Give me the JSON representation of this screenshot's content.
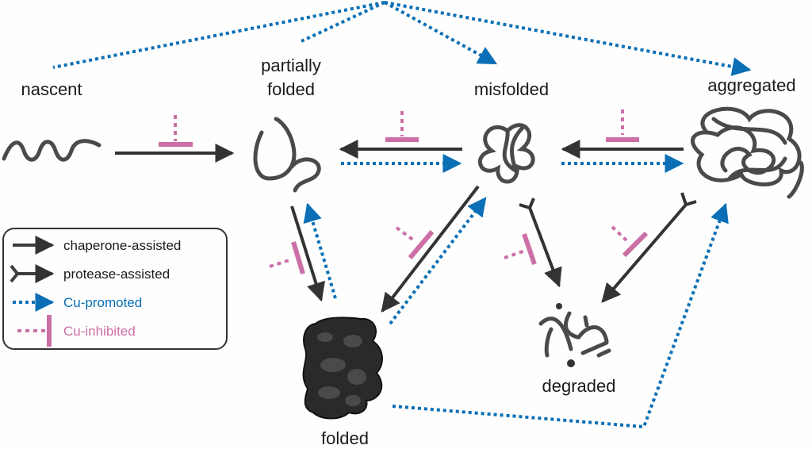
{
  "states": {
    "nascent": "nascent",
    "partially_folded_line1": "partially",
    "partially_folded_line2": "folded",
    "misfolded": "misfolded",
    "aggregated": "aggregated",
    "folded": "folded",
    "degraded": "degraded"
  },
  "legend": {
    "chaperone": "chaperone-assisted",
    "protease": "protease-assisted",
    "cu_promoted": "Cu-promoted",
    "cu_inhibited": "Cu-inhibited"
  },
  "colors": {
    "chaperone": "#3d3d3d",
    "cu_promoted": "#0a6fb5",
    "cu_inhibited": "#cc6fa6",
    "text": "#1a1a1a"
  }
}
